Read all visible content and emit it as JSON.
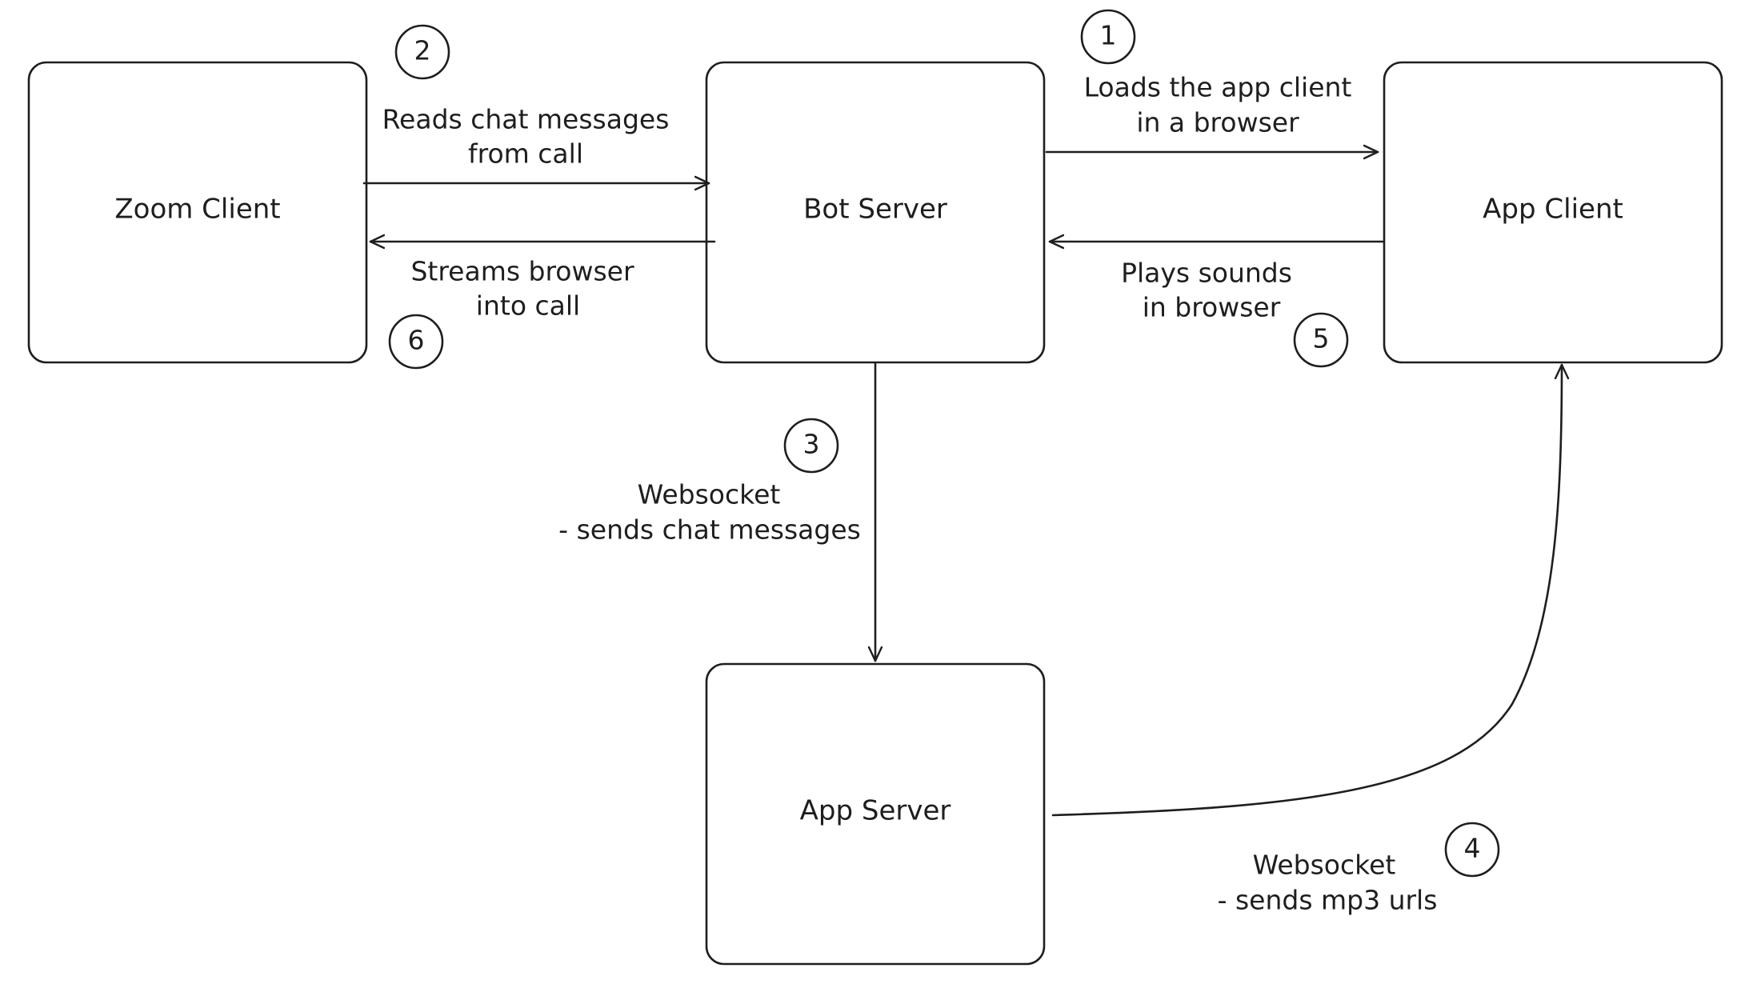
{
  "nodes": {
    "zoom_client": "Zoom Client",
    "bot_server": "Bot Server",
    "app_client": "App Client",
    "app_server": "App Server"
  },
  "edges": {
    "e1": {
      "step": "1",
      "line1": "Loads the app client",
      "line2": "in a browser"
    },
    "e2": {
      "step": "2",
      "line1": "Reads chat messages",
      "line2": "from call"
    },
    "e3": {
      "step": "3",
      "line1": "Websocket",
      "line2": "- sends chat messages"
    },
    "e4": {
      "step": "4",
      "line1": "Websocket",
      "line2": "- sends mp3 urls"
    },
    "e5": {
      "step": "5",
      "line1": "Plays sounds",
      "line2": "in browser"
    },
    "e6": {
      "step": "6",
      "line1": "Streams browser",
      "line2": "into call"
    }
  },
  "colors": {
    "stroke": "#1e1e1e",
    "background": "#ffffff"
  }
}
